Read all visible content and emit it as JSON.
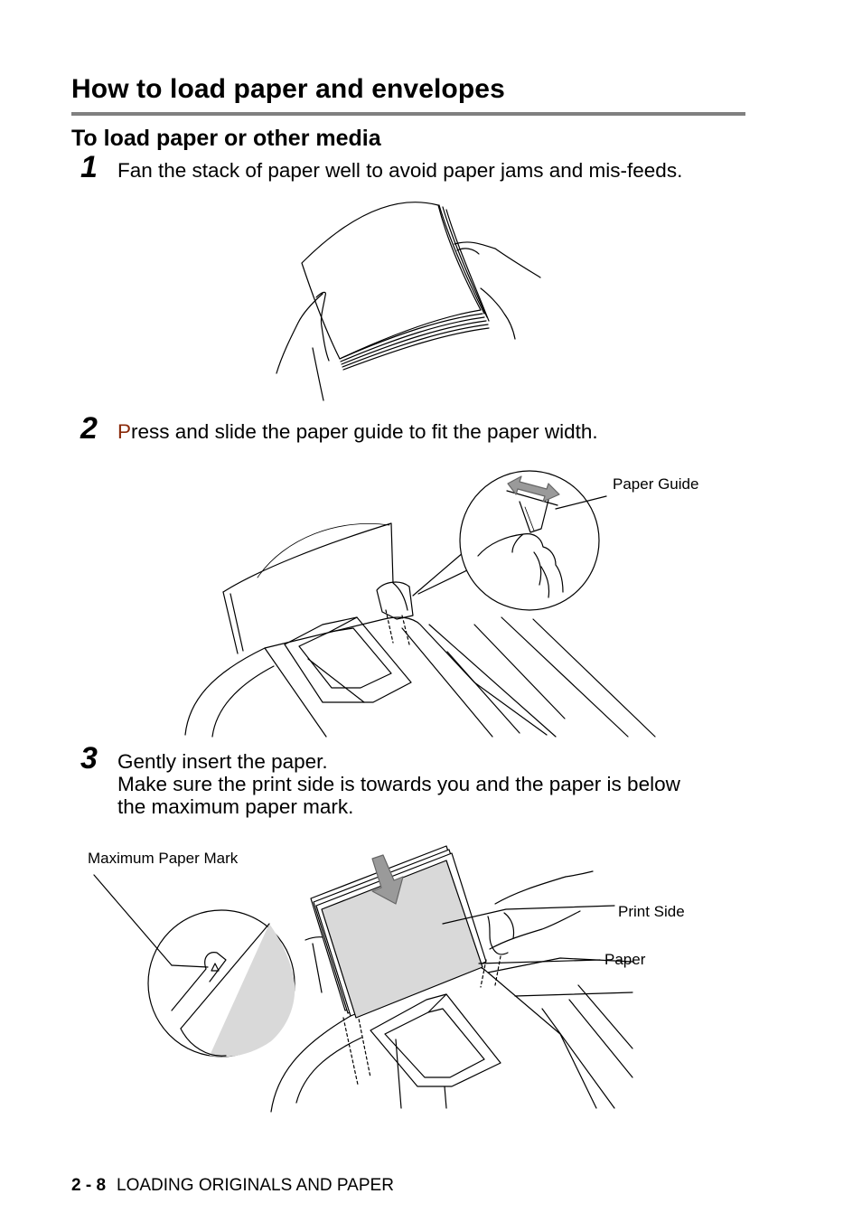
{
  "section_title": "How to load paper and envelopes",
  "subsection_title": "To load paper or other media",
  "steps": [
    {
      "number": "1",
      "lines": [
        "Fan the stack of paper well to avoid paper jams and mis-feeds."
      ]
    },
    {
      "number": "2",
      "first_letter": "P",
      "rest": "ress and slide the paper guide to fit the paper width."
    },
    {
      "number": "3",
      "lines": [
        "Gently insert the paper.",
        "Make sure the print side is towards you and the paper is below",
        "the maximum paper mark."
      ]
    }
  ],
  "callouts": {
    "paper_guide": "Paper Guide",
    "maximum_paper_mark": "Maximum Paper Mark",
    "print_side": "Print Side",
    "paper": "Paper"
  },
  "footer": {
    "page_number": "2 - 8",
    "chapter": "LOADING ORIGINALS AND PAPER"
  },
  "colors": {
    "rule": "#808080",
    "accent": "#8a2a0a",
    "paper_fill": "#d9d9d9",
    "arrow_fill": "#9a9a9a"
  }
}
